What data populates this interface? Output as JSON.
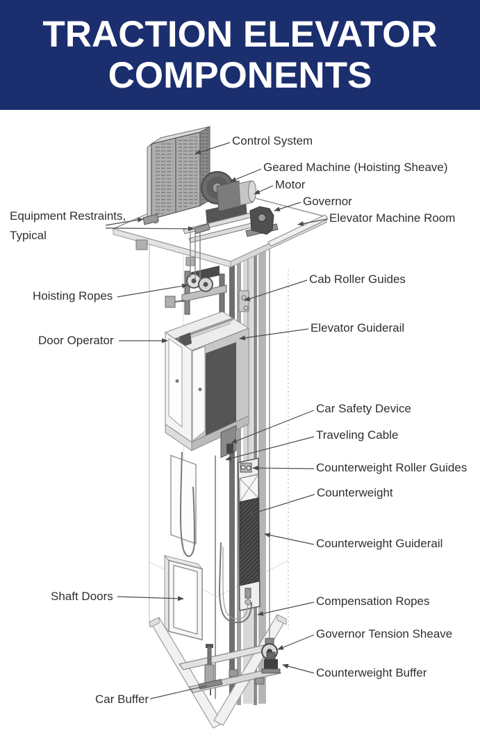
{
  "header": {
    "title_line1": "TRACTION ELEVATOR",
    "title_line2": "COMPONENTS"
  },
  "colors": {
    "banner_bg": "#1b2e6e",
    "banner_text": "#ffffff",
    "label_text": "#2f2f2f",
    "leader_line": "#4a4a4a"
  },
  "diagram": {
    "labels": {
      "control_system": "Control System",
      "geared_machine": "Geared Machine (Hoisting Sheave)",
      "motor": "Motor",
      "governor": "Governor",
      "elevator_machine_room": "Elevator Machine Room",
      "equipment_restraints": "Equipment Restraints, Typical",
      "hoisting_ropes": "Hoisting Ropes",
      "door_operator": "Door Operator",
      "cab_roller_guides": "Cab Roller Guides",
      "elevator_guiderail": "Elevator Guiderail",
      "car_safety_device": "Car Safety Device",
      "traveling_cable": "Traveling Cable",
      "counterweight_roller_guides": "Counterweight Roller Guides",
      "counterweight": "Counterweight",
      "counterweight_guiderail": "Counterweight Guiderail",
      "shaft_doors": "Shaft Doors",
      "compensation_ropes": "Compensation Ropes",
      "governor_tension_sheave": "Governor Tension Sheave",
      "counterweight_buffer": "Counterweight Buffer",
      "car_buffer": "Car Buffer"
    }
  }
}
